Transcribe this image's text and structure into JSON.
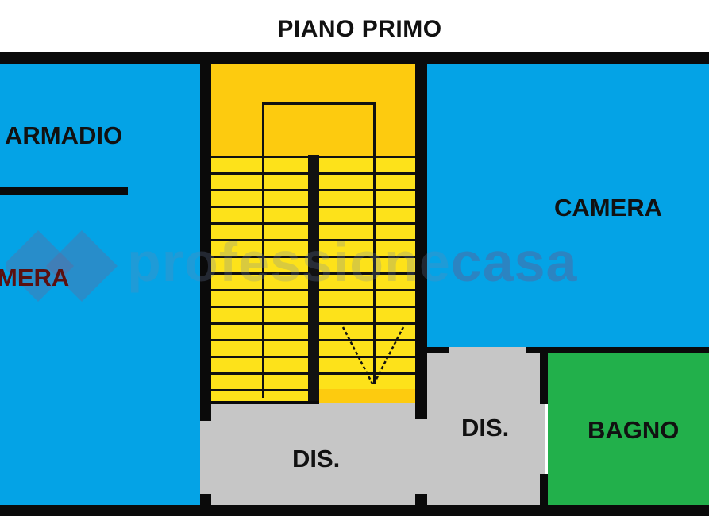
{
  "title": "PIANO PRIMO",
  "rooms": {
    "armadio": {
      "label": "ARMADIO",
      "color": "#04a3e6"
    },
    "camera_left": {
      "label": "MERA",
      "color": "#04a3e6"
    },
    "camera_right": {
      "label": "CAMERA",
      "color": "#04a3e6"
    },
    "stairs": {
      "color": "#fdcb0f"
    },
    "dis_lower": {
      "label": "DIS.",
      "color": "#c6c6c6"
    },
    "dis_right": {
      "label": "DIS.",
      "color": "#c6c6c6"
    },
    "bagno": {
      "label": "BAGNO",
      "color": "#22b04b"
    }
  },
  "watermark": {
    "text_part1": "professione",
    "text_part2": "casa"
  }
}
